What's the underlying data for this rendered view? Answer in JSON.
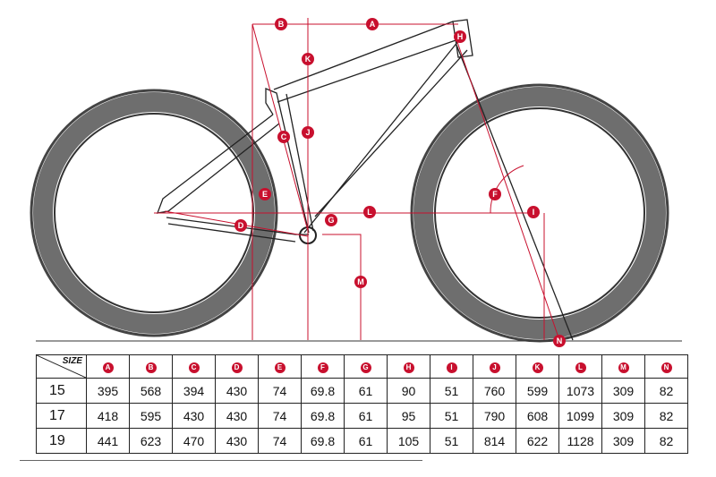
{
  "diagram": {
    "dimension_labels": [
      "A",
      "B",
      "C",
      "D",
      "E",
      "F",
      "G",
      "H",
      "I",
      "J",
      "K",
      "L",
      "M",
      "N"
    ]
  },
  "table": {
    "size_header": "SIZE",
    "columns": [
      "A",
      "B",
      "C",
      "D",
      "E",
      "F",
      "G",
      "H",
      "I",
      "J",
      "K",
      "L",
      "M",
      "N"
    ],
    "rows": [
      {
        "size": "15",
        "values": [
          "395",
          "568",
          "394",
          "430",
          "74",
          "69.8",
          "61",
          "90",
          "51",
          "760",
          "599",
          "1073",
          "309",
          "82"
        ]
      },
      {
        "size": "17",
        "values": [
          "418",
          "595",
          "430",
          "430",
          "74",
          "69.8",
          "61",
          "95",
          "51",
          "790",
          "608",
          "1099",
          "309",
          "82"
        ]
      },
      {
        "size": "19",
        "values": [
          "441",
          "623",
          "470",
          "430",
          "74",
          "69.8",
          "61",
          "105",
          "51",
          "814",
          "622",
          "1128",
          "309",
          "82"
        ]
      }
    ]
  },
  "colors": {
    "accent": "#c8102e",
    "line": "#222222",
    "tire": "#4a4a4a"
  },
  "icons": {
    "badge": "red-circle-letter-badge"
  }
}
